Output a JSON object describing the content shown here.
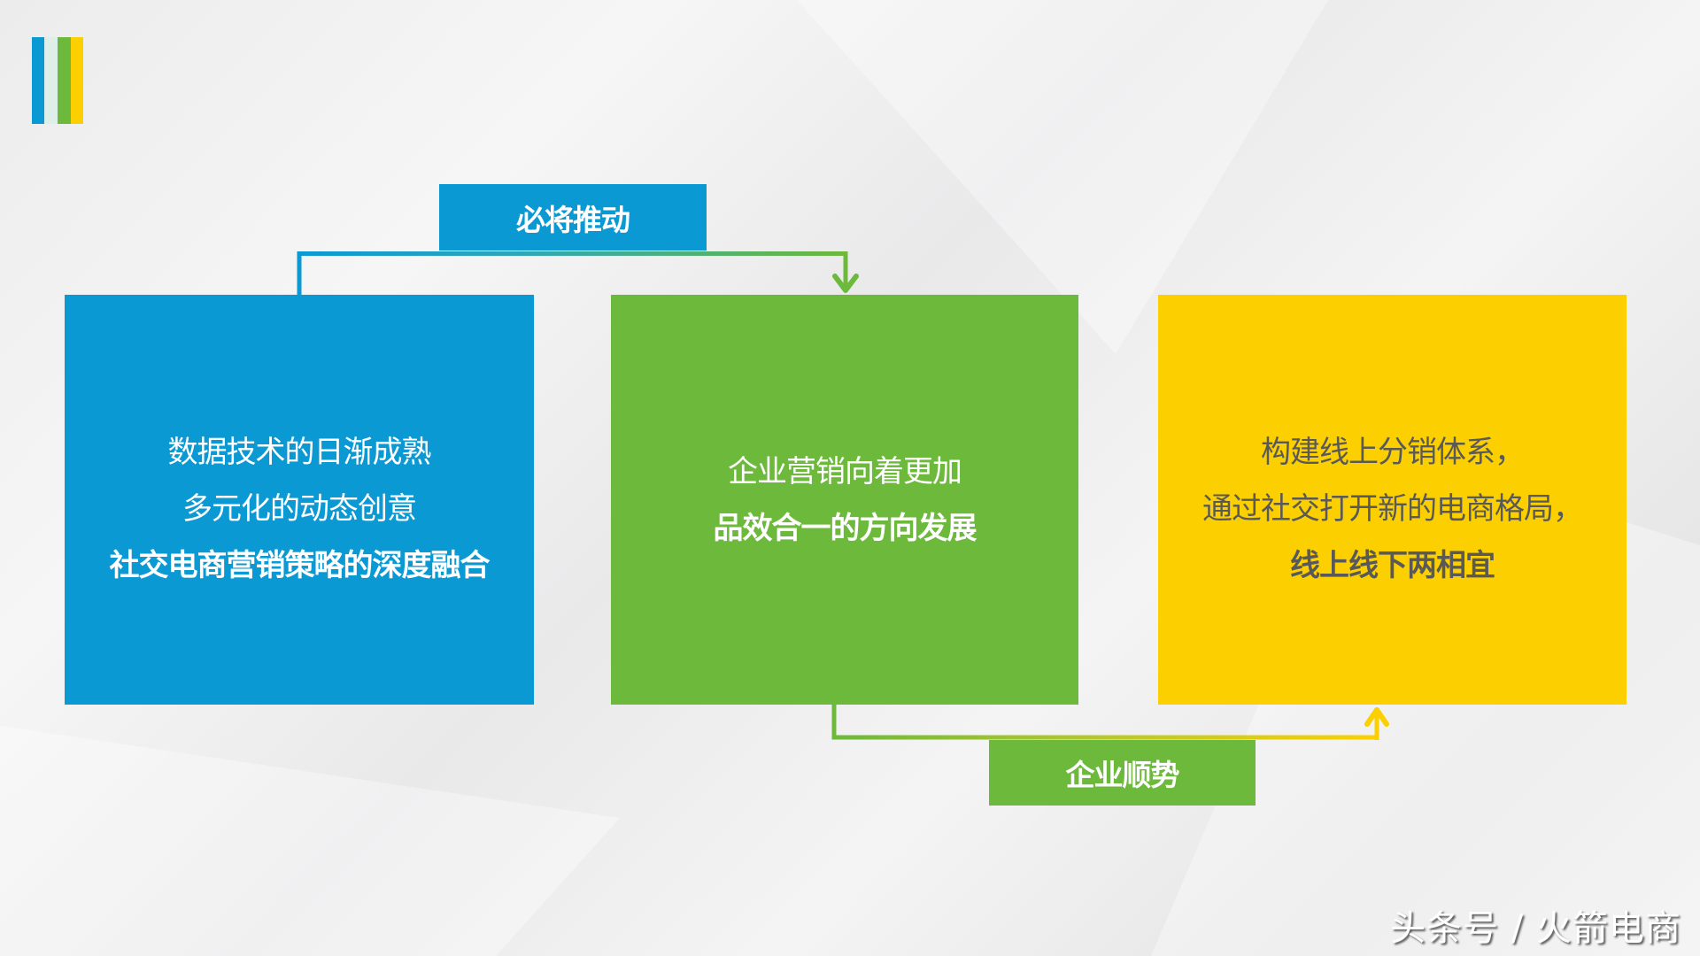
{
  "colors": {
    "blue": "#0B99D3",
    "green": "#6CB93B",
    "yellow": "#FCD000",
    "text_light": "#FFFFFF",
    "text_dark": "#595959"
  },
  "logo": {
    "bars": [
      "#0B99D3",
      "#DDEFE8",
      "#6CB93B",
      "#FCD000"
    ]
  },
  "top_tag": {
    "label": "必将推动"
  },
  "bottom_tag": {
    "label": "企业顺势"
  },
  "boxes": [
    {
      "lines": [
        "数据技术的日渐成熟",
        "多元化的动态创意",
        "社交电商营销策略的深度融合"
      ],
      "bold_last": true
    },
    {
      "lines": [
        "企业营销向着更加",
        "品效合一的方向发展"
      ],
      "bold_last": true
    },
    {
      "lines": [
        "构建线上分销体系，",
        "通过社交打开新的电商格局，",
        "线上线下两相宜"
      ],
      "bold_last": true
    }
  ],
  "watermark": {
    "text": "头条号 / 火箭电商"
  }
}
